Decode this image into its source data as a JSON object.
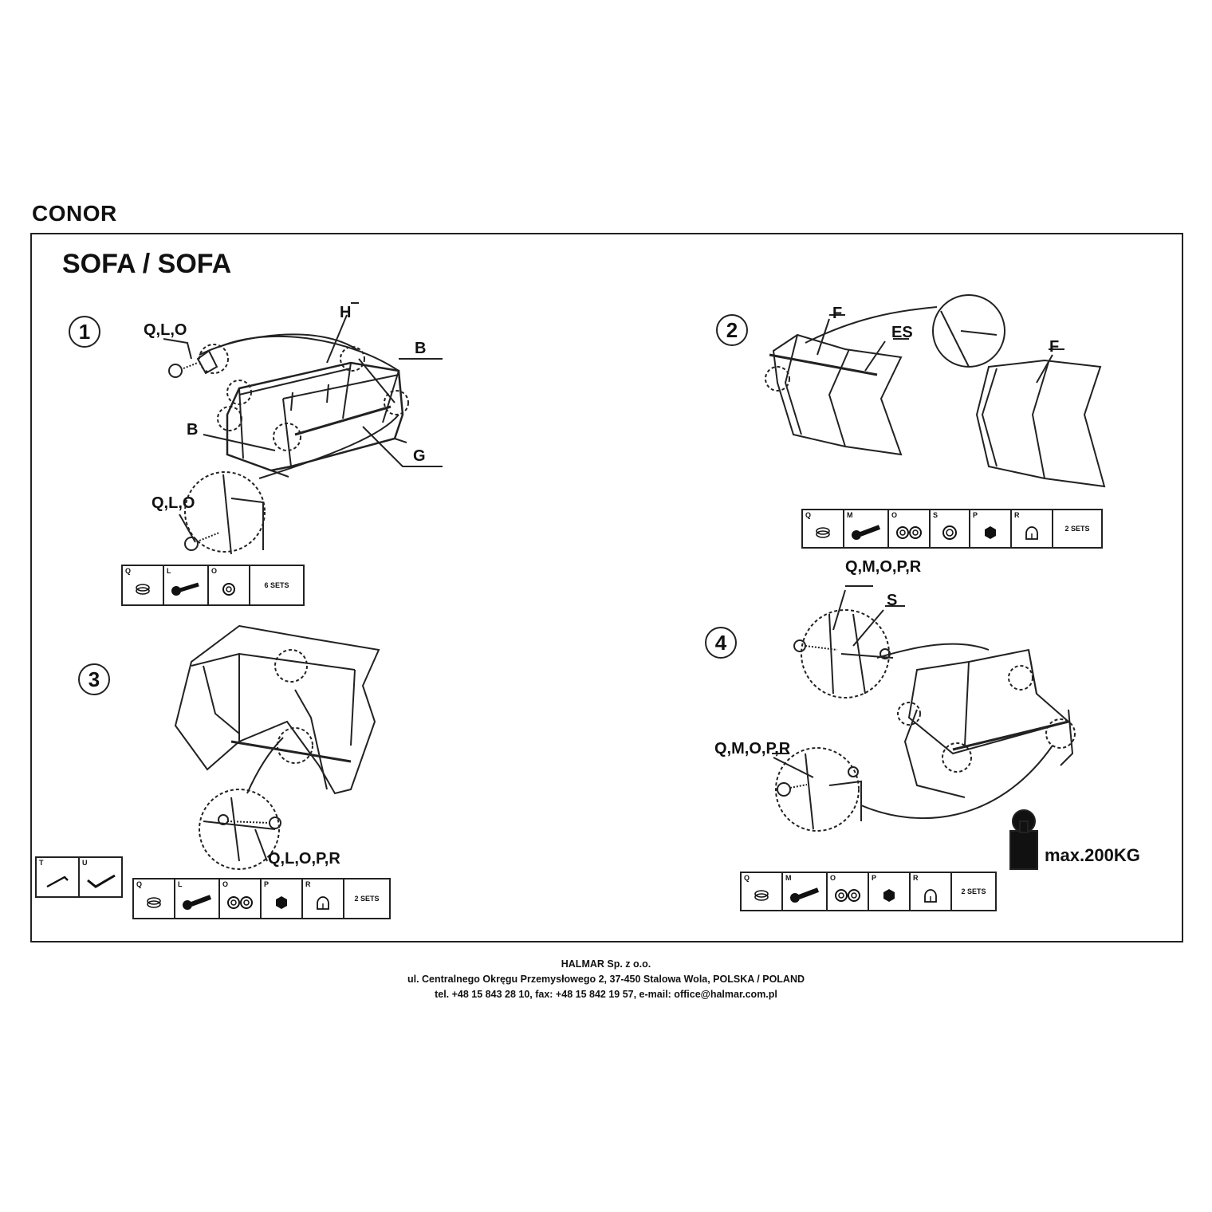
{
  "header": {
    "brand": "CONOR",
    "subtitle": "SOFA / SOFA"
  },
  "steps": [
    {
      "number": "1",
      "labels": [
        "Q,L,O",
        "H",
        "B",
        "B",
        "G",
        "Q,L,O"
      ],
      "parts": [
        {
          "code": "Q",
          "icon": "cap-icon"
        },
        {
          "code": "L",
          "icon": "bolt-icon"
        },
        {
          "code": "O",
          "icon": "washer-icon"
        }
      ],
      "sets": "6 SETS"
    },
    {
      "number": "2",
      "labels": [
        "F",
        "ES",
        "F"
      ],
      "parts": [
        {
          "code": "Q",
          "icon": "cap-icon"
        },
        {
          "code": "M",
          "icon": "bolt-icon"
        },
        {
          "code": "O",
          "icon": "washer-icon"
        },
        {
          "code": "S",
          "icon": "spacer-icon"
        },
        {
          "code": "P",
          "icon": "nut-icon"
        },
        {
          "code": "R",
          "icon": "dome-nut-icon"
        }
      ],
      "sets": "2 SETS"
    },
    {
      "number": "3",
      "labels": [
        "Q,L,O,P,R"
      ],
      "parts": [
        {
          "code": "Q",
          "icon": "cap-icon"
        },
        {
          "code": "L",
          "icon": "bolt-icon"
        },
        {
          "code": "O",
          "icon": "washer-icon"
        },
        {
          "code": "P",
          "icon": "nut-icon"
        },
        {
          "code": "R",
          "icon": "dome-nut-icon"
        }
      ],
      "sets": "2 SETS"
    },
    {
      "number": "4",
      "labels": [
        "Q,M,O,P,R",
        "S",
        "Q,M,O,P,R"
      ],
      "parts": [
        {
          "code": "Q",
          "icon": "cap-icon"
        },
        {
          "code": "M",
          "icon": "bolt-icon"
        },
        {
          "code": "O",
          "icon": "washer-icon"
        },
        {
          "code": "P",
          "icon": "nut-icon"
        },
        {
          "code": "R",
          "icon": "dome-nut-icon"
        }
      ],
      "sets": "2 SETS"
    }
  ],
  "tools": [
    {
      "code": "T",
      "icon": "allen-key-icon"
    },
    {
      "code": "U",
      "icon": "wrench-icon"
    }
  ],
  "max_load": "max.200KG",
  "footer": {
    "company": "HALMAR Sp. z o.o.",
    "address": "ul. Centralnego Okręgu Przemysłowego 2, 37-450 Stalowa Wola, POLSKA / POLAND",
    "contact": "tel. +48 15 843 28 10, fax: +48 15 842 19 57, e-mail: office@halmar.com.pl"
  }
}
